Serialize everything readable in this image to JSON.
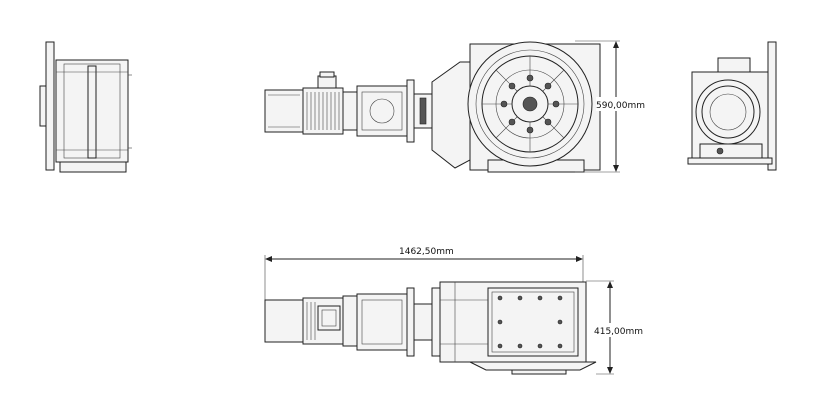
{
  "drawing": {
    "dimensions": {
      "top_height": "590,00mm",
      "bottom_length": "1462,50mm",
      "bottom_height": "415,00mm"
    },
    "colors": {
      "line": "#222222",
      "background": "#ffffff",
      "shading": "#555555"
    }
  }
}
